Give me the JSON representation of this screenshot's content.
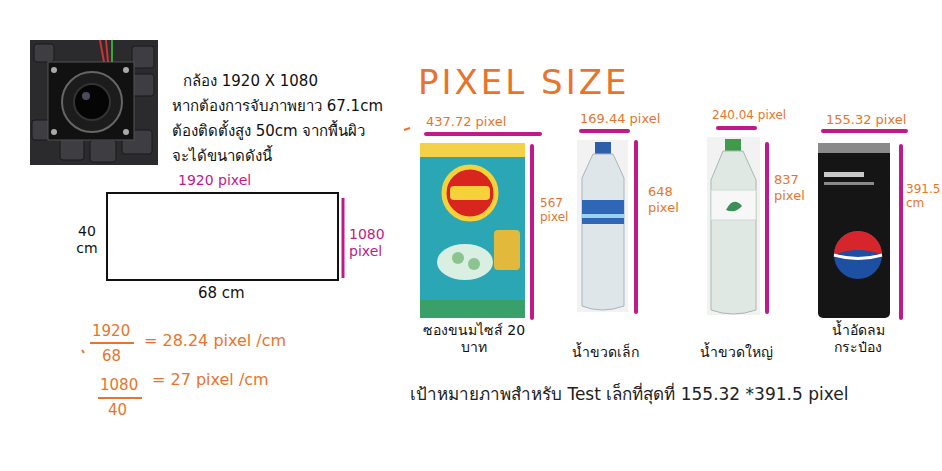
{
  "diagram": {
    "title": "PIXEL SIZE",
    "labels": [
      "กล้อง 1920 X 1080",
      "หากต้องการจับภาพยาว 67.1cm",
      "ต้องติดตั้งสูง 50cm จากพื้นผิว",
      "จะได้ขนาดดังนี้",
      "1920 pixel",
      "40 cm",
      "1080 pixel",
      "68 cm",
      "1920",
      "68",
      "= 28.24 pixel /cm",
      "1080",
      "40",
      "= 27 pixel /cm",
      "437.72 pixel",
      "567 pixel",
      "169.44 pixel",
      "648 pixel",
      "240.04 pixel",
      "837 pixel",
      "155.32 pixel",
      "391.5 cm",
      "ซองขนมไซส์ 20 บาท",
      "น้ำขวดเล็ก",
      "น้ำขวดใหญ่",
      "น้ำอัดลม กระป๋อง",
      "เป้าหมายภาพสำหรับ Test เล็กที่สุดที่ 155.32 *391.5 pixel"
    ]
  }
}
